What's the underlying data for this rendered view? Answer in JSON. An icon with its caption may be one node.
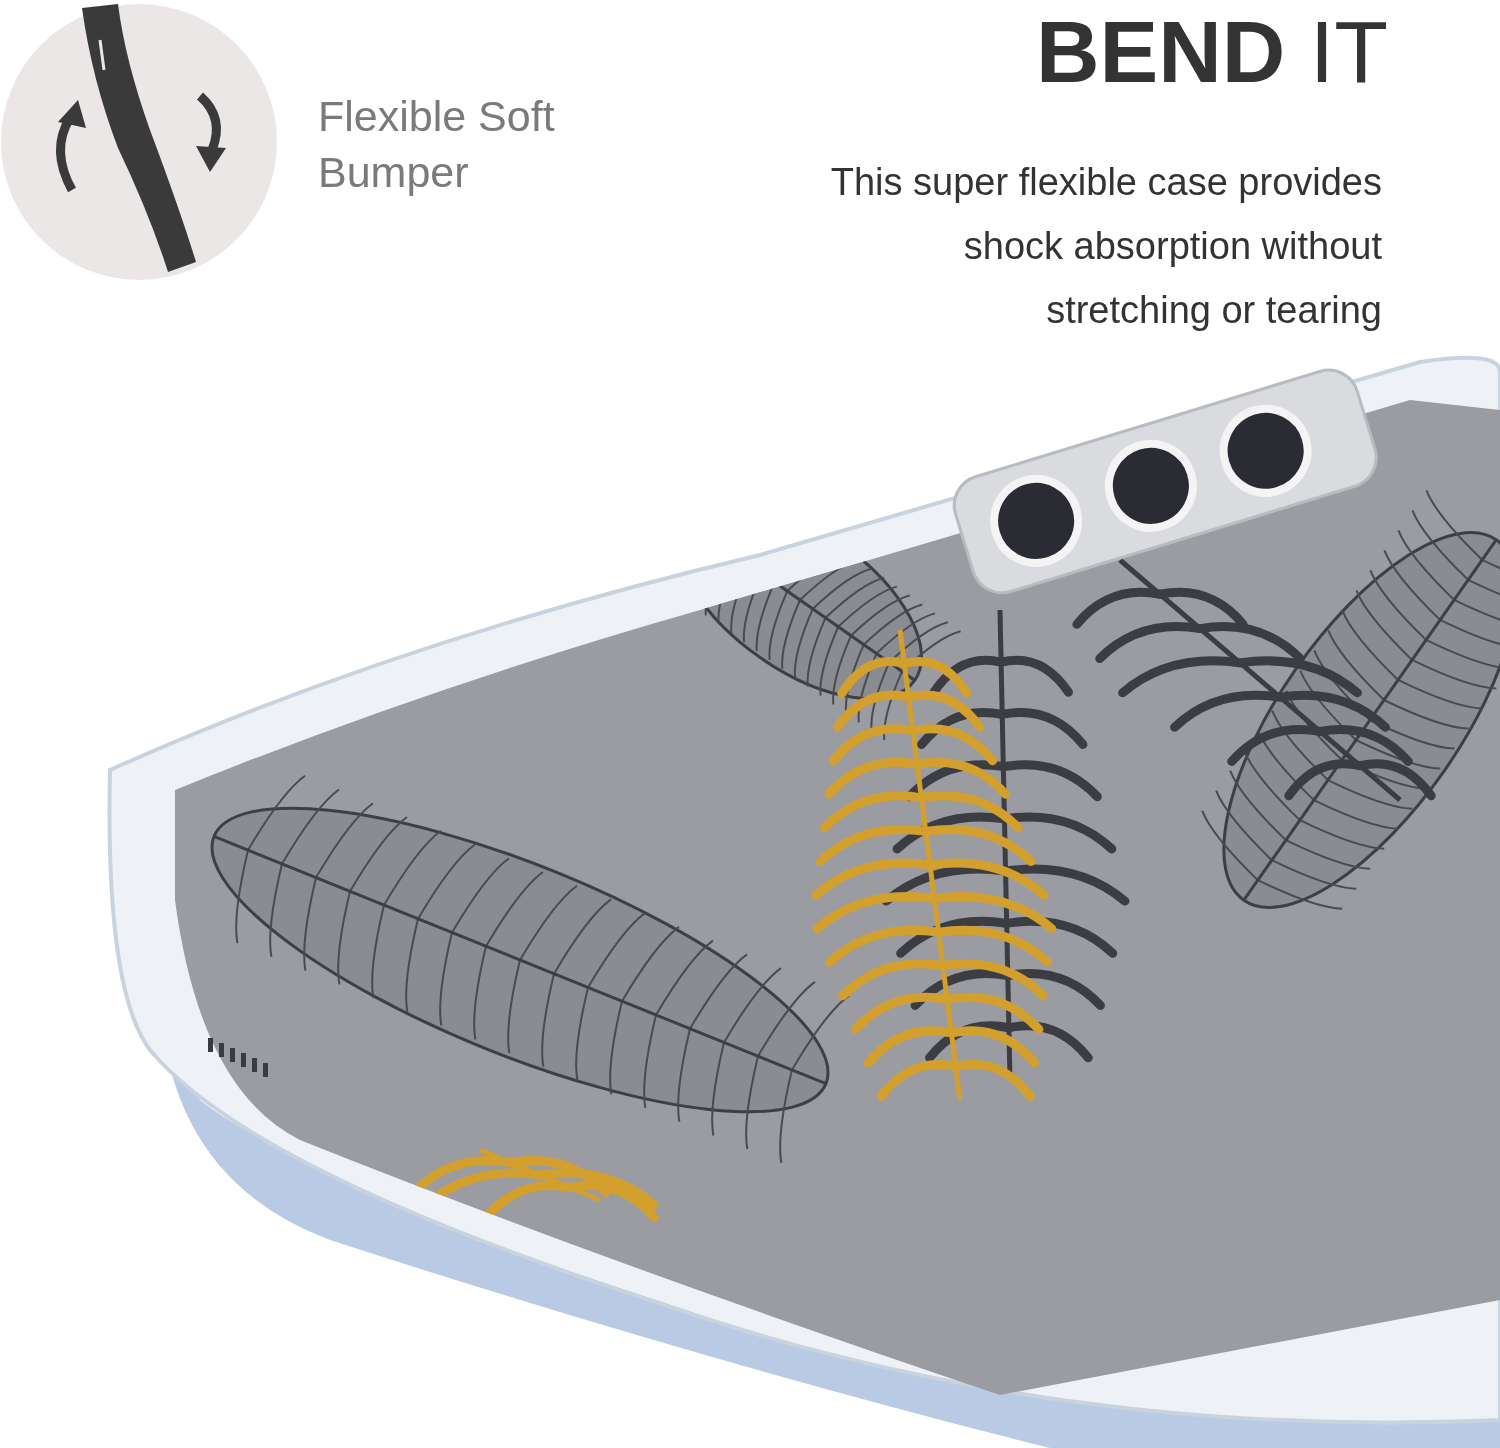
{
  "diagram": {
    "title": "**BEND** IT",
    "labels": [
      "Flexible Soft Bumper",
      "This super flexible case provides shock absorption without stretching or tearing"
    ]
  }
}
